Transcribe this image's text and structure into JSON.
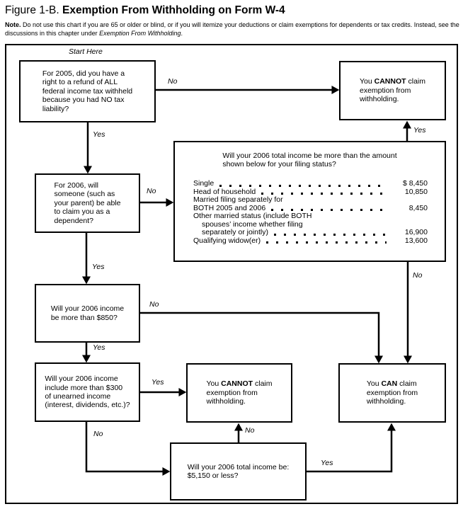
{
  "title": {
    "prefix": "Figure 1-B.",
    "main": "Exemption From Withholding on Form W-4"
  },
  "note": {
    "label": "Note.",
    "body": " Do not use this chart if you are 65 or older or blind, or if you will itemize your deductions or claim exemptions for dependents or tax credits. Instead, see the discussions in this chapter under ",
    "italic": "Exemption From Withholding",
    "suffix": "."
  },
  "flowchart": {
    "start_label": "Start Here",
    "decision_labels": {
      "yes": "Yes",
      "no": "No"
    },
    "boxes": {
      "refund_2005": "For 2005, did you have a\nright to a refund of ALL\nfederal income tax withheld\nbecause you had NO tax\nliability?",
      "dependent_2006": "For 2006, will\nsomeone (such as\nyour parent) be able\nto claim you as a\ndependent?",
      "income_850": "Will your 2006 income\nbe more than $850?",
      "unearned_300": "Will your 2006 income\ninclude more than $300\nof unearned income\n(interest, dividends, etc.)?",
      "total_5150": "Will your 2006 total income be:\n$5,150 or less?",
      "cannot_claim": {
        "pre": "You ",
        "bold": "CANNOT",
        "post": " claim\nexemption from\nwithholding."
      },
      "can_claim": {
        "pre": "You ",
        "bold": "CAN",
        "post": " claim\nexemption from\nwithholding."
      }
    },
    "income_table": {
      "heading": "Will your 2006 total income be more than the amount\nshown below for your filing status?",
      "rows": [
        {
          "label": "Single",
          "amount": "$ 8,450",
          "indent": 0
        },
        {
          "label": "Head of household",
          "amount": "10,850",
          "indent": 0
        },
        {
          "label": "Married filing separately for",
          "amount": "",
          "indent": 0
        },
        {
          "label": "BOTH 2005 and 2006",
          "amount": "8,450",
          "indent": 0
        },
        {
          "label": "Other married status (include BOTH",
          "amount": "",
          "indent": 0
        },
        {
          "label": "spouses’ income whether filing",
          "amount": "",
          "indent": 1
        },
        {
          "label": "separately or jointly)",
          "amount": "16,900",
          "indent": 1
        },
        {
          "label": "Qualifying widow(er)",
          "amount": "13,600",
          "indent": 0
        }
      ]
    }
  },
  "colors": {
    "ink": "#000000",
    "paper": "#ffffff"
  }
}
